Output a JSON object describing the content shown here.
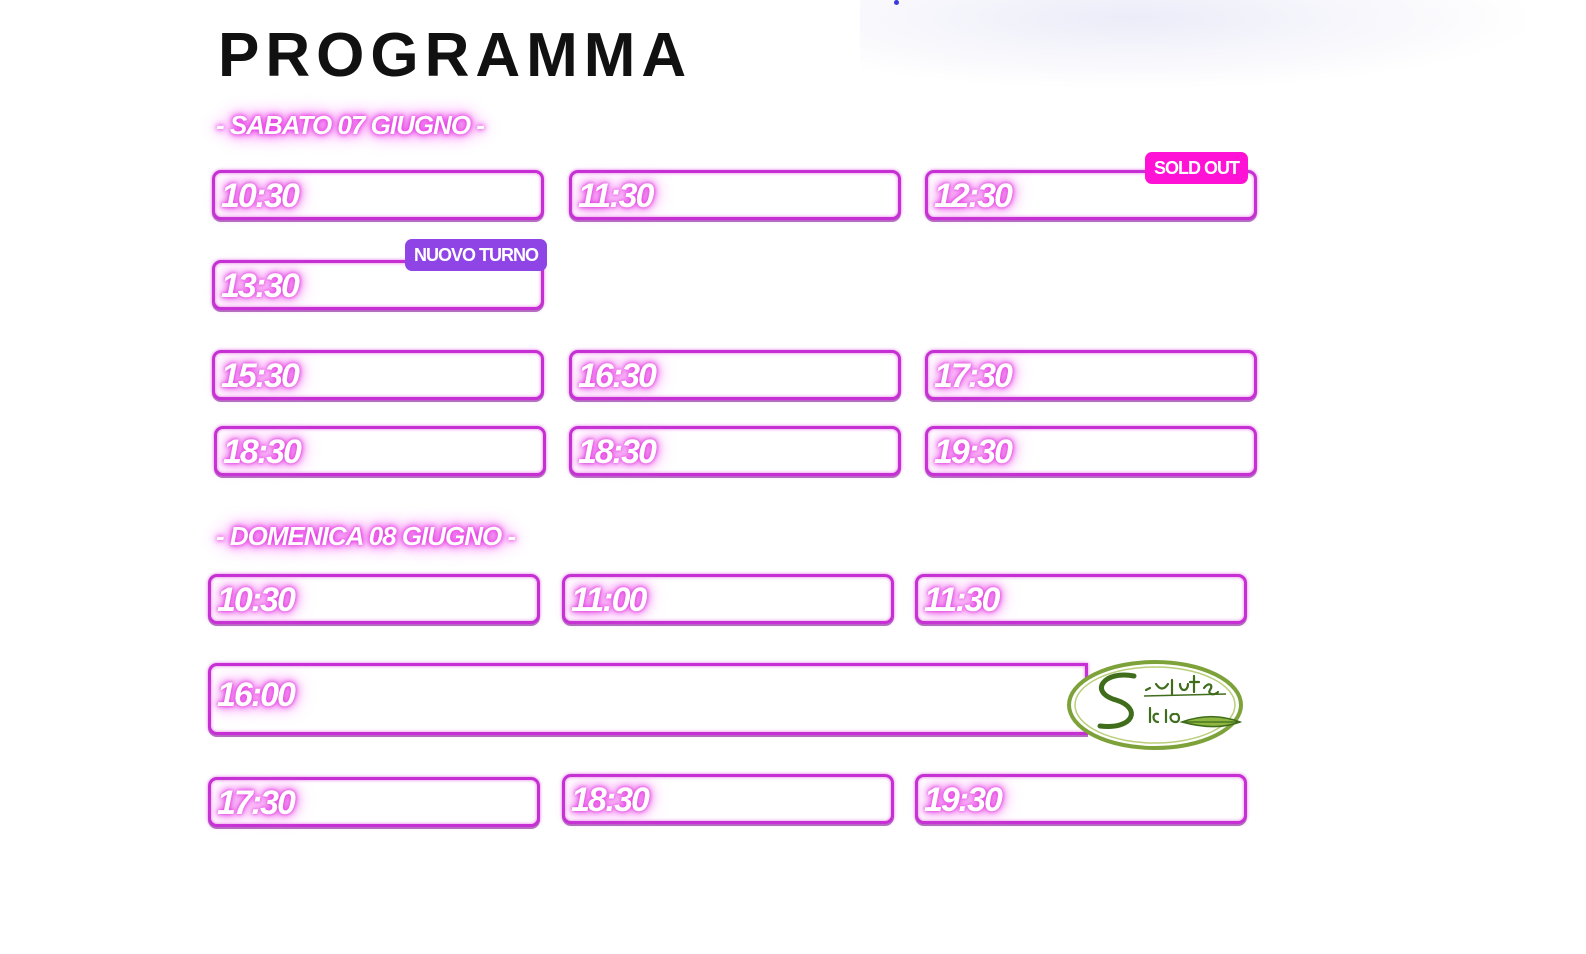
{
  "page": {
    "title": "PROGRAMMA",
    "accent_color": "#c52fd3",
    "glow_color": "#e22be0"
  },
  "days": [
    {
      "label": "- SABATO 07 GIUGNO -",
      "slots": [
        {
          "time": "10:30"
        },
        {
          "time": "11:30"
        },
        {
          "time": "12:30",
          "badge": "SOLD OUT"
        },
        {
          "time": "13:30",
          "badge": "NUOVO TURNO"
        },
        {
          "time": "15:30"
        },
        {
          "time": "16:30"
        },
        {
          "time": "17:30"
        },
        {
          "time": "18:30"
        },
        {
          "time": "18:30"
        },
        {
          "time": "19:30"
        }
      ]
    },
    {
      "label": "- DOMENICA 08 GIUGNO -",
      "slots": [
        {
          "time": "10:30"
        },
        {
          "time": "11:00"
        },
        {
          "time": "11:30"
        },
        {
          "time": "16:00"
        },
        {
          "time": "17:30"
        },
        {
          "time": "18:30"
        },
        {
          "time": "19:30"
        }
      ]
    }
  ],
  "badges": {
    "sold_out_color": "#ff12d6",
    "nuovo_turno_color": "#8f45e6"
  },
  "logo": {
    "icon": "salute-sicilia-logo",
    "text_line1": "Salute",
    "text_line2": "Sicilia"
  }
}
